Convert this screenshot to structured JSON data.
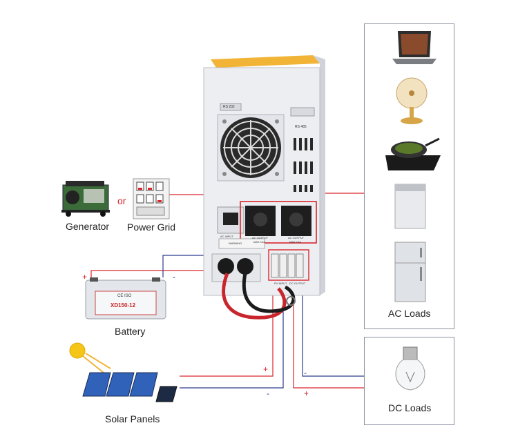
{
  "labels": {
    "generator": "Generator",
    "or": "or",
    "power_grid": "Power Grid",
    "battery": "Battery",
    "solar_panels": "Solar Panels",
    "ac_loads": "AC Loads",
    "dc_loads": "DC Loads"
  },
  "polarity": {
    "battery_plus": "+",
    "battery_minus": "-",
    "solar_plus": "+",
    "solar_minus": "-",
    "dc_minus": "-",
    "dc_plus": "+"
  },
  "inverter": {
    "rs232": "RS 232",
    "rs485": "RS 485",
    "ac_input": "AC INPUT",
    "ac_output_1": "AC OUTPUT",
    "ac_output_2": "AC OUTPUT",
    "max_1": "MAX 10A",
    "max_2": "MAX 10A",
    "warning": "WARNING",
    "pv_input": "PV INPUT",
    "dc_output": "DC OUTPUT"
  },
  "battery_panel": {
    "model": "XD150-12",
    "brand": "CE ISO"
  },
  "colors": {
    "red_wire": "#d9262c",
    "blue_wire": "#2b3a8c",
    "box_border": "#8a8fa0",
    "inverter_body": "#eceef2",
    "inverter_top": "#f1b437"
  },
  "icons": {
    "loads": [
      "laptop-icon",
      "fan-icon",
      "induction-cooker-icon",
      "washing-machine-icon",
      "refrigerator-icon"
    ],
    "dc_load": "light-bulb-icon"
  }
}
